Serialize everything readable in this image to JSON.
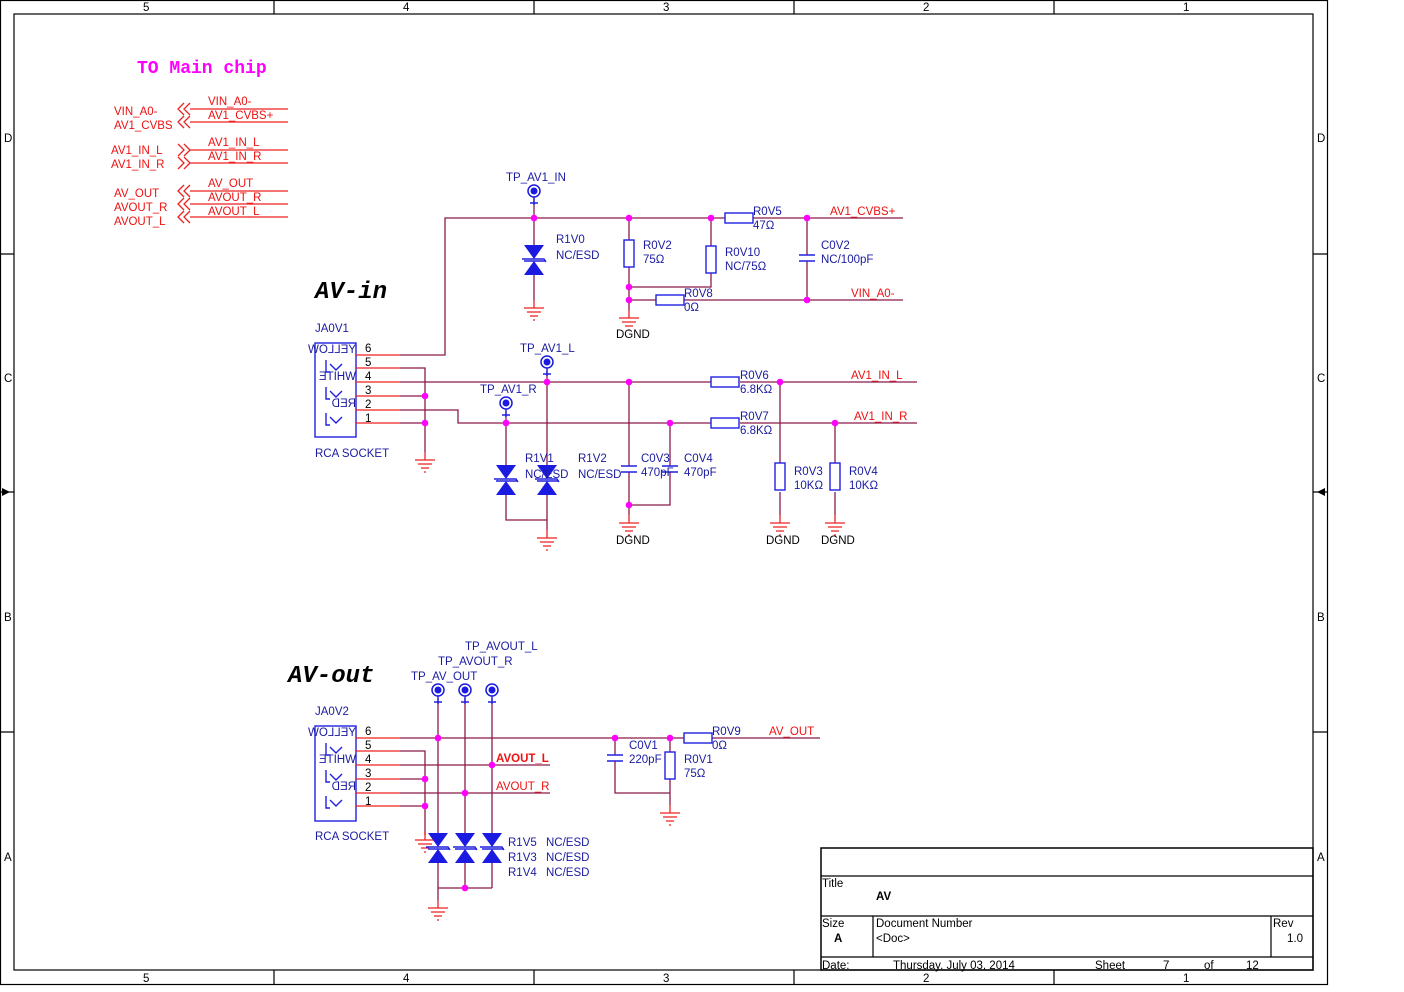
{
  "frame": {
    "columns": [
      "5",
      "4",
      "3",
      "2",
      "1"
    ],
    "rows": [
      "D",
      "C",
      "B",
      "A"
    ]
  },
  "header": {
    "title": "TO Main chip"
  },
  "ports": {
    "outer": [
      "VIN_A0-",
      "AV1_CVBS",
      "AV1_IN_L",
      "AV1_IN_R",
      "AV_OUT",
      "AVOUT_R",
      "AVOUT_L"
    ],
    "inner": [
      "VIN_A0-",
      "AV1_CVBS+",
      "AV1_IN_L",
      "AV1_IN_R",
      "AV_OUT",
      "AVOUT_R",
      "AVOUT_L"
    ]
  },
  "av_in": {
    "title": "AV-in",
    "connector": {
      "ref": "JA0V1",
      "name": "RCA SOCKET",
      "colors": [
        "YELLOW",
        "WHITE",
        "RED"
      ],
      "pins": [
        "6",
        "5",
        "4",
        "3",
        "2",
        "1"
      ]
    },
    "tp_in": "TP_AV1_IN",
    "tp_l": "TP_AV1_L",
    "tp_r": "TP_AV1_R",
    "r1v0": {
      "ref": "R1V0",
      "val": "NC/ESD"
    },
    "r0v2": {
      "ref": "R0V2",
      "val": "75Ω"
    },
    "r0v10": {
      "ref": "R0V10",
      "val": "NC/75Ω"
    },
    "r0v5": {
      "ref": "R0V5",
      "val": "47Ω"
    },
    "c0v2": {
      "ref": "C0V2",
      "val": "NC/100pF"
    },
    "r0v8": {
      "ref": "R0V8",
      "val": "0Ω"
    },
    "r0v6": {
      "ref": "R0V6",
      "val": "6.8KΩ"
    },
    "r0v7": {
      "ref": "R0V7",
      "val": "6.8KΩ"
    },
    "r1v1": {
      "ref": "R1V1",
      "val": "NC/ESD"
    },
    "r1v2": {
      "ref": "R1V2",
      "val": "NC/ESD"
    },
    "c0v3": {
      "ref": "C0V3",
      "val": "470pF"
    },
    "c0v4": {
      "ref": "C0V4",
      "val": "470pF"
    },
    "r0v3": {
      "ref": "R0V3",
      "val": "10KΩ"
    },
    "r0v4": {
      "ref": "R0V4",
      "val": "10KΩ"
    },
    "nets": {
      "cvbs": "AV1_CVBS+",
      "vin": "VIN_A0-",
      "in_l": "AV1_IN_L",
      "in_r": "AV1_IN_R"
    },
    "gnd": "DGND"
  },
  "av_out": {
    "title": "AV-out",
    "connector": {
      "ref": "JA0V2",
      "name": "RCA SOCKET",
      "colors": [
        "YELLOW",
        "WHITE",
        "RED"
      ],
      "pins": [
        "6",
        "5",
        "4",
        "3",
        "2",
        "1"
      ]
    },
    "tps": [
      "TP_AV_OUT",
      "TP_AVOUT_R",
      "TP_AVOUT_L"
    ],
    "r1v5": {
      "ref": "R1V5",
      "val": "NC/ESD"
    },
    "r1v3": {
      "ref": "R1V3",
      "val": "NC/ESD"
    },
    "r1v4": {
      "ref": "R1V4",
      "val": "NC/ESD"
    },
    "c0v1": {
      "ref": "C0V1",
      "val": "220pF"
    },
    "r0v1": {
      "ref": "R0V1",
      "val": "75Ω"
    },
    "r0v9": {
      "ref": "R0V9",
      "val": "0Ω"
    },
    "nets": {
      "out": "AV_OUT",
      "l": "AVOUT_L",
      "r": "AVOUT_R"
    }
  },
  "title_block": {
    "title_label": "Title",
    "title": "AV",
    "size_label": "Size",
    "size": "A",
    "docnum_label": "Document Number",
    "docnum": "<Doc>",
    "rev_label": "Rev",
    "rev": "1.0",
    "date_label": "Date:",
    "date": "Thursday, July 03, 2014",
    "sheet_label": "Sheet",
    "sheet": "7",
    "of_label": "of",
    "sheet_total": "12"
  }
}
